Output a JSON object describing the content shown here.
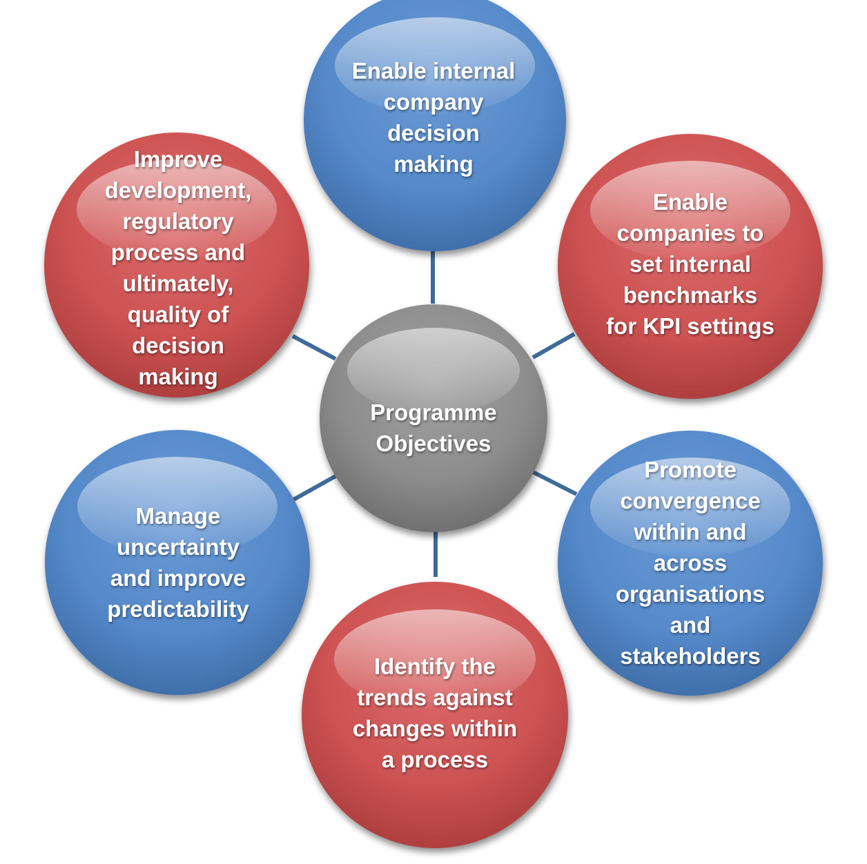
{
  "center": {
    "lines": [
      "Programme",
      "Objectives"
    ],
    "color": "#8c8c8c"
  },
  "nodes": {
    "top": {
      "lines": [
        "Enable internal",
        "company",
        "decision",
        "making"
      ],
      "color": "#5589c9"
    },
    "top_right": {
      "lines": [
        "Enable",
        "companies to",
        "set internal",
        "benchmarks",
        "for KPI settings"
      ],
      "color": "#cd5252"
    },
    "bottom_right": {
      "lines": [
        "Promote",
        "convergence",
        "within and",
        "across",
        "organisations",
        "and",
        "stakeholders"
      ],
      "color": "#5589c9"
    },
    "bottom": {
      "lines": [
        "Identify the",
        "trends against",
        "changes within",
        "a process"
      ],
      "color": "#cd5252"
    },
    "bottom_left": {
      "lines": [
        "Manage",
        "uncertainty",
        "and improve",
        "predictability"
      ],
      "color": "#5589c9"
    },
    "top_left": {
      "lines": [
        "Improve",
        "development,",
        "regulatory",
        "process and",
        "ultimately,",
        "quality of",
        "decision",
        "making"
      ],
      "color": "#cd5252"
    }
  },
  "connector_color": "#3f6a9a"
}
